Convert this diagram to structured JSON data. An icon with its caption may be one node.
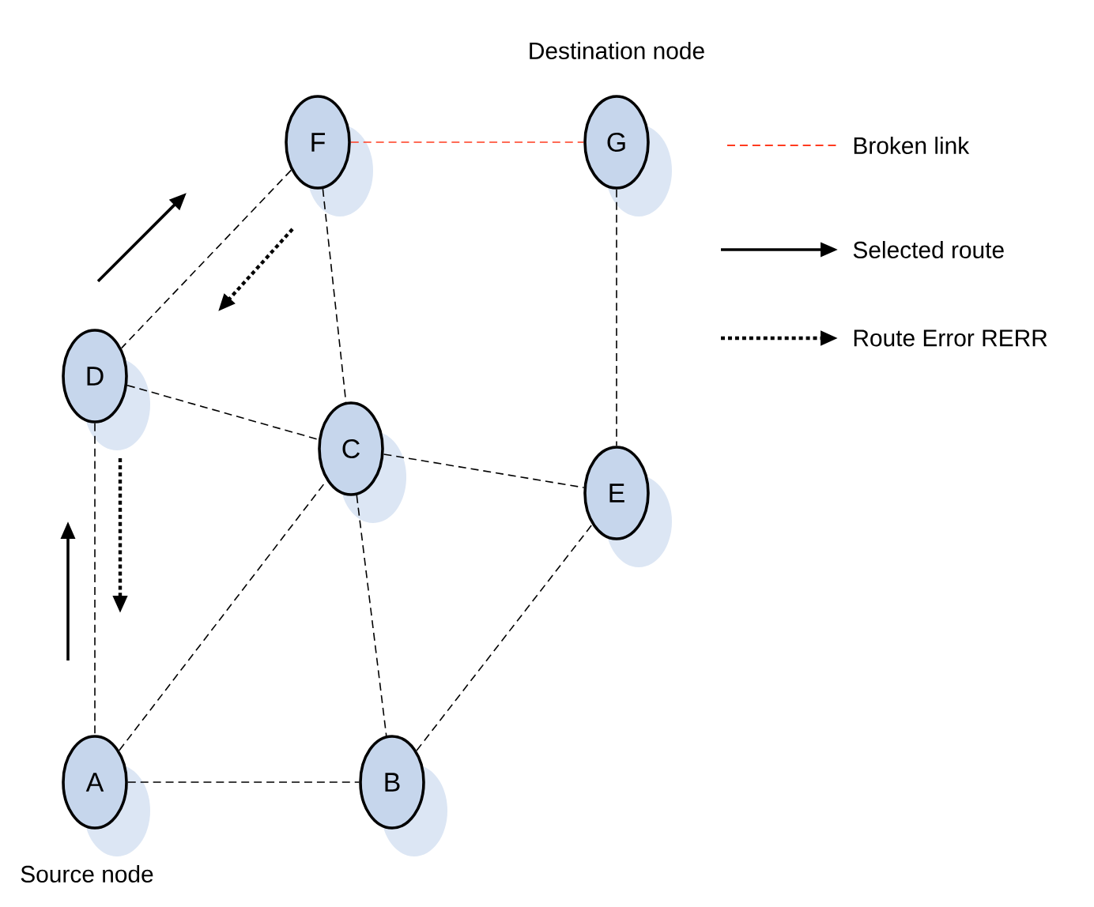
{
  "diagram": {
    "nodes": [
      {
        "text": [
          "F"
        ]
      },
      {
        "text": [
          "G"
        ],
        "beside": [
          "Destination node"
        ]
      },
      {
        "text": [
          "D"
        ]
      },
      {
        "text": [
          "C"
        ]
      },
      {
        "text": [
          "E"
        ]
      },
      {
        "text": [
          "A"
        ],
        "beside": [
          "Source node"
        ]
      },
      {
        "text": [
          "B"
        ]
      }
    ],
    "edges": [
      {
        "from": 0,
        "to": 1,
        "arrow": "none",
        "style": "dashed",
        "color": "#ff3b1f"
      },
      {
        "from": 0,
        "to": 2,
        "arrow": "none",
        "style": "dashed"
      },
      {
        "from": 0,
        "to": 3,
        "arrow": "none",
        "style": "dashed"
      },
      {
        "from": 1,
        "to": 4,
        "arrow": "none",
        "style": "dashed"
      },
      {
        "from": 2,
        "to": 3,
        "arrow": "none",
        "style": "dashed"
      },
      {
        "from": 3,
        "to": 4,
        "arrow": "none",
        "style": "dashed"
      },
      {
        "from": 2,
        "to": 5,
        "arrow": "none",
        "style": "dashed"
      },
      {
        "from": 5,
        "to": 3,
        "arrow": "none",
        "style": "dashed"
      },
      {
        "from": 3,
        "to": 6,
        "arrow": "none",
        "style": "dashed"
      },
      {
        "from": 5,
        "to": 6,
        "arrow": "none",
        "style": "dashed"
      },
      {
        "from": 6,
        "to": 4,
        "arrow": "none",
        "style": "dashed"
      }
    ],
    "legend": [
      {
        "text": "Broken link"
      },
      {
        "text": "Selected route"
      },
      {
        "text": "Route Error RERR"
      }
    ]
  }
}
